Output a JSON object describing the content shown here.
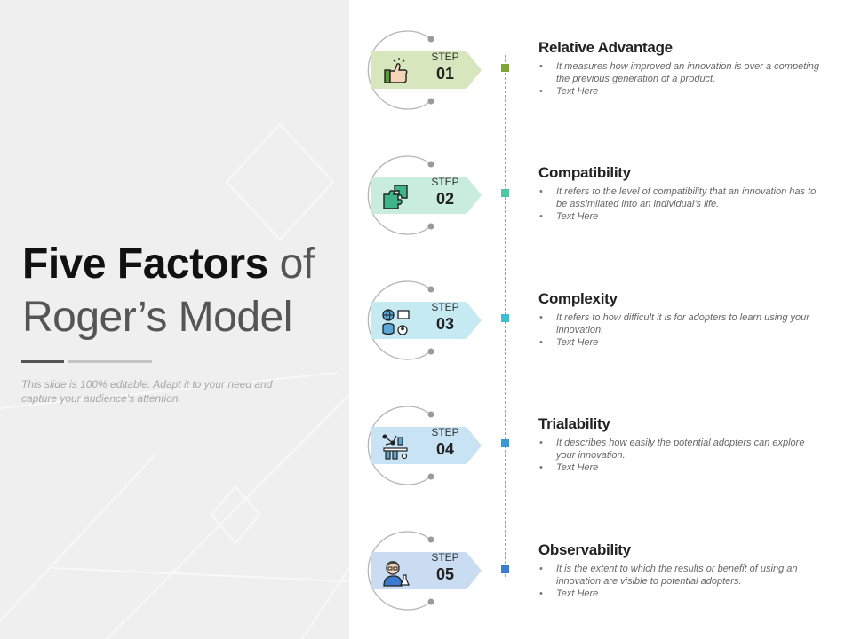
{
  "slide": {
    "title_bold": "Five Factors",
    "title_rest": " of",
    "title_line2": "Roger’s Model",
    "subtitle": "This slide is 100% editable. Adapt it to your need and capture your audience’s attention."
  },
  "colors": {
    "left_panel_bg": "#efefef",
    "timeline": "#a0a0a0",
    "ring": "#b5b5b5"
  },
  "steps": [
    {
      "label": "STEP",
      "number": "01",
      "icon": "thumbs-up-hand-icon",
      "color": "#d7e6bc",
      "marker_color": "#7ea43a",
      "title": "Relative Advantage",
      "bullets": [
        "It measures how improved an innovation is over a competing the previous generation of a product.",
        "Text Here"
      ]
    },
    {
      "label": "STEP",
      "number": "02",
      "icon": "puzzle-pieces-icon",
      "color": "#c8eddf",
      "marker_color": "#4cc8a3",
      "title": "Compatibility",
      "bullets": [
        "It refers to the level of compatibility that an innovation has to be assimilated into an individual’s life.",
        "Text Here"
      ]
    },
    {
      "label": "STEP",
      "number": "03",
      "icon": "network-database-icon",
      "color": "#c6eaf1",
      "marker_color": "#3dbfd3",
      "title": "Complexity",
      "bullets": [
        "It refers to how difficult it is for adopters to learn using your innovation.",
        "Text Here"
      ]
    },
    {
      "label": "STEP",
      "number": "04",
      "icon": "lab-equipment-icon",
      "color": "#c7e3f4",
      "marker_color": "#3a99d1",
      "title": "Trialability",
      "bullets": [
        "It describes how easily the potential adopters can explore your innovation.",
        "Text Here"
      ]
    },
    {
      "label": "STEP",
      "number": "05",
      "icon": "scientist-icon",
      "color": "#c9dcf2",
      "marker_color": "#3a7bd0",
      "title": "Observability",
      "bullets": [
        "It is the extent to which the results or benefit of using an innovation are visible to potential adopters.",
        "Text Here"
      ]
    }
  ]
}
